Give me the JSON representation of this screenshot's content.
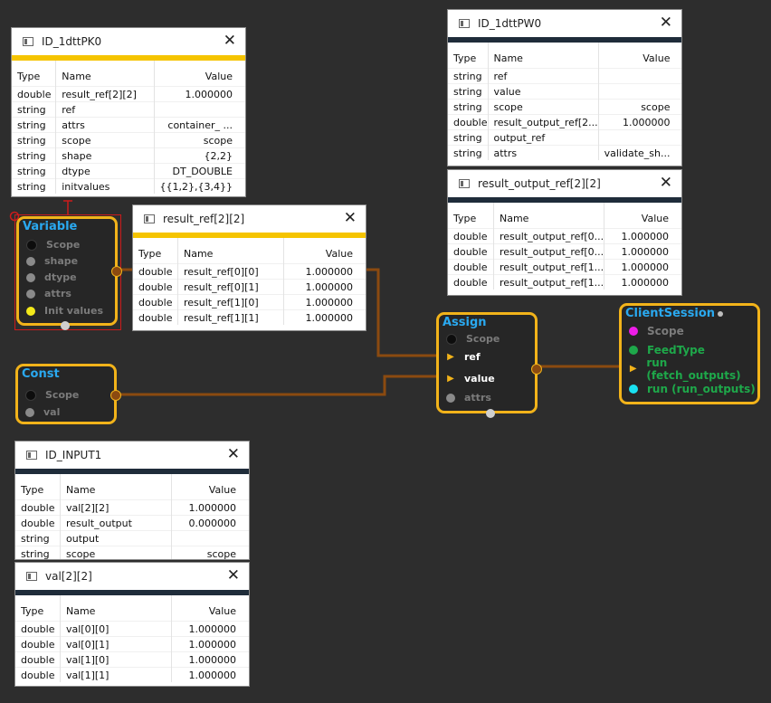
{
  "panels": {
    "pk0": {
      "title": "ID_1dttPK0",
      "headers": [
        "Type",
        "Name",
        "Value"
      ],
      "rows": [
        {
          "type": "double",
          "name": "result_ref[2][2]",
          "value": "1.000000"
        },
        {
          "type": "string",
          "name": "ref",
          "value": ""
        },
        {
          "type": "string",
          "name": "attrs",
          "value": "container_ ..."
        },
        {
          "type": "string",
          "name": "scope",
          "value": "scope"
        },
        {
          "type": "string",
          "name": "shape",
          "value": "{2,2}"
        },
        {
          "type": "string",
          "name": "dtype",
          "value": "DT_DOUBLE"
        },
        {
          "type": "string",
          "name": "initvalues",
          "value": "{{1,2},{3,4}}"
        }
      ]
    },
    "result_ref": {
      "title": "result_ref[2][2]",
      "headers": [
        "Type",
        "Name",
        "Value"
      ],
      "rows": [
        {
          "type": "double",
          "name": "result_ref[0][0]",
          "value": "1.000000"
        },
        {
          "type": "double",
          "name": "result_ref[0][1]",
          "value": "1.000000"
        },
        {
          "type": "double",
          "name": "result_ref[1][0]",
          "value": "1.000000"
        },
        {
          "type": "double",
          "name": "result_ref[1][1]",
          "value": "1.000000"
        }
      ]
    },
    "pw0": {
      "title": "ID_1dttPW0",
      "headers": [
        "Type",
        "Name",
        "Value"
      ],
      "rows": [
        {
          "type": "string",
          "name": "ref",
          "value": ""
        },
        {
          "type": "string",
          "name": "value",
          "value": ""
        },
        {
          "type": "string",
          "name": "scope",
          "value": "scope"
        },
        {
          "type": "double",
          "name": "result_output_ref[2...",
          "value": "1.000000"
        },
        {
          "type": "string",
          "name": "output_ref",
          "value": ""
        },
        {
          "type": "string",
          "name": "attrs",
          "value": "validate_sh..."
        }
      ]
    },
    "result_output_ref": {
      "title": "result_output_ref[2][2]",
      "headers": [
        "Type",
        "Name",
        "Value"
      ],
      "rows": [
        {
          "type": "double",
          "name": "result_output_ref[0...",
          "value": "1.000000"
        },
        {
          "type": "double",
          "name": "result_output_ref[0...",
          "value": "1.000000"
        },
        {
          "type": "double",
          "name": "result_output_ref[1...",
          "value": "1.000000"
        },
        {
          "type": "double",
          "name": "result_output_ref[1...",
          "value": "1.000000"
        }
      ]
    },
    "input1": {
      "title": "ID_INPUT1",
      "headers": [
        "Type",
        "Name",
        "Value"
      ],
      "rows": [
        {
          "type": "double",
          "name": "val[2][2]",
          "value": "1.000000"
        },
        {
          "type": "double",
          "name": "result_output",
          "value": "0.000000"
        },
        {
          "type": "string",
          "name": "output",
          "value": ""
        },
        {
          "type": "string",
          "name": "scope",
          "value": "scope"
        }
      ]
    },
    "val": {
      "title": "val[2][2]",
      "headers": [
        "Type",
        "Name",
        "Value"
      ],
      "rows": [
        {
          "type": "double",
          "name": "val[0][0]",
          "value": "1.000000"
        },
        {
          "type": "double",
          "name": "val[0][1]",
          "value": "1.000000"
        },
        {
          "type": "double",
          "name": "val[1][0]",
          "value": "1.000000"
        },
        {
          "type": "double",
          "name": "val[1][1]",
          "value": "1.000000"
        }
      ]
    }
  },
  "nodes": {
    "variable": {
      "title": "Variable",
      "ports": [
        {
          "label": "Scope",
          "color": "#0d0d0d"
        },
        {
          "label": "shape",
          "color": "#8a8a8a"
        },
        {
          "label": "dtype",
          "color": "#8a8a8a"
        },
        {
          "label": "attrs",
          "color": "#8a8a8a"
        },
        {
          "label": "Init values",
          "color": "#f3e91a"
        }
      ]
    },
    "const": {
      "title": "Const",
      "ports": [
        {
          "label": "Scope",
          "color": "#0d0d0d"
        },
        {
          "label": "val",
          "color": "#8a8a8a"
        }
      ]
    },
    "assign": {
      "title": "Assign",
      "ports": [
        {
          "label": "Scope",
          "color": "#0d0d0d"
        },
        {
          "label": "ref",
          "color": "#f2b31a"
        },
        {
          "label": "value",
          "color": "#f2b31a"
        },
        {
          "label": "attrs",
          "color": "#8a8a8a"
        }
      ]
    },
    "client": {
      "title": "ClientSession",
      "ports": [
        {
          "label": "Scope",
          "color": "#ee1de8"
        },
        {
          "label": "FeedType",
          "color": "#1ea84a"
        },
        {
          "label": "run (fetch_outputs)",
          "color": "#f2b31a"
        },
        {
          "label": "run (run_outputs)",
          "color": "#19e0f0"
        }
      ]
    }
  },
  "colors": {
    "node_border": "#f2b31a",
    "node_title": "#2aa9f0",
    "edge": "#8b4a10",
    "canvas": "#2d2d2d"
  }
}
